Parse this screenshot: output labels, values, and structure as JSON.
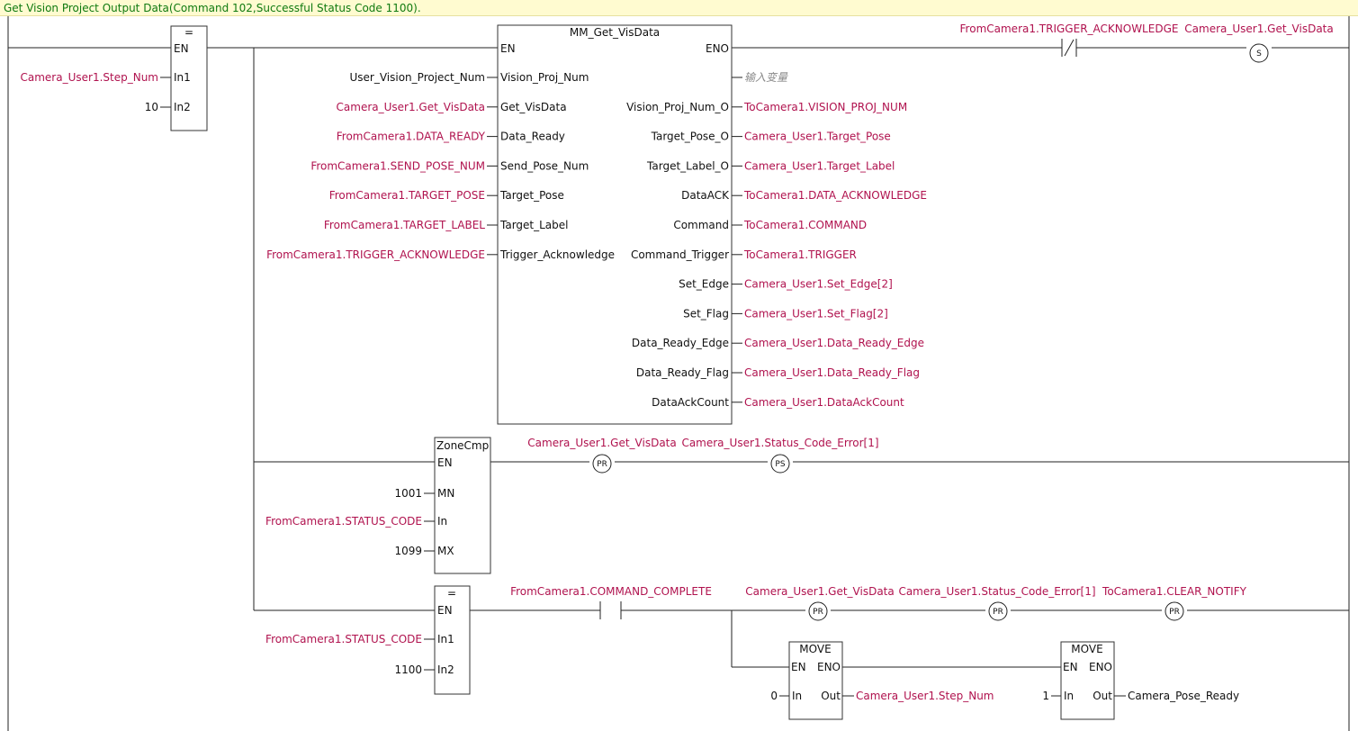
{
  "comment": "Get Vision Project Output Data(Command 102,Successful Status Code 1100).",
  "eq1": {
    "title": "=",
    "pins": [
      "EN",
      "In1",
      "In2"
    ],
    "in1": "Camera_User1.Step_Num",
    "in2": "10"
  },
  "fb": {
    "title": "MM_Get_VisData",
    "en": "EN",
    "eno": "ENO",
    "inputs": [
      {
        "pin": "Vision_Proj_Num",
        "var": "User_Vision_Project_Num",
        "color": "black"
      },
      {
        "pin": "Get_VisData",
        "var": "Camera_User1.Get_VisData",
        "color": "var"
      },
      {
        "pin": "Data_Ready",
        "var": "FromCamera1.DATA_READY",
        "color": "var"
      },
      {
        "pin": "Send_Pose_Num",
        "var": "FromCamera1.SEND_POSE_NUM",
        "color": "var"
      },
      {
        "pin": "Target_Pose",
        "var": "FromCamera1.TARGET_POSE",
        "color": "var"
      },
      {
        "pin": "Target_Label",
        "var": "FromCamera1.TARGET_LABEL",
        "color": "var"
      },
      {
        "pin": "Trigger_Acknowledge",
        "var": "FromCamera1.TRIGGER_ACKNOWLEDGE",
        "color": "var"
      }
    ],
    "outputs": [
      {
        "pin": "",
        "var": "输入变量",
        "color": "gray"
      },
      {
        "pin": "Vision_Proj_Num_O",
        "var": "ToCamera1.VISION_PROJ_NUM",
        "color": "var"
      },
      {
        "pin": "Target_Pose_O",
        "var": "Camera_User1.Target_Pose",
        "color": "var"
      },
      {
        "pin": "Target_Label_O",
        "var": "Camera_User1.Target_Label",
        "color": "var"
      },
      {
        "pin": "DataACK",
        "var": "ToCamera1.DATA_ACKNOWLEDGE",
        "color": "var"
      },
      {
        "pin": "Command",
        "var": "ToCamera1.COMMAND",
        "color": "var"
      },
      {
        "pin": "Command_Trigger",
        "var": "ToCamera1.TRIGGER",
        "color": "var"
      },
      {
        "pin": "Set_Edge",
        "var": "Camera_User1.Set_Edge[2]",
        "color": "var"
      },
      {
        "pin": "Set_Flag",
        "var": "Camera_User1.Set_Flag[2]",
        "color": "var"
      },
      {
        "pin": "Data_Ready_Edge",
        "var": "Camera_User1.Data_Ready_Edge",
        "color": "var"
      },
      {
        "pin": "Data_Ready_Flag",
        "var": "Camera_User1.Data_Ready_Flag",
        "color": "var"
      },
      {
        "pin": "DataAckCount",
        "var": "Camera_User1.DataAckCount",
        "color": "var"
      }
    ]
  },
  "rung1_right": {
    "contact_var": "FromCamera1.TRIGGER_ACKNOWLEDGE",
    "coil_var": "Camera_User1.Get_VisData",
    "coil_type": "S"
  },
  "zone": {
    "title": "ZoneCmp",
    "pins": [
      "EN",
      "MN",
      "In",
      "MX"
    ],
    "mn": "1001",
    "in": "FromCamera1.STATUS_CODE",
    "mx": "1099",
    "coil1_var": "Camera_User1.Get_VisData",
    "coil1_type": "PR",
    "coil2_var": "Camera_User1.Status_Code_Error[1]",
    "coil2_type": "PS"
  },
  "eq2": {
    "title": "=",
    "pins": [
      "EN",
      "In1",
      "In2"
    ],
    "in1": "FromCamera1.STATUS_CODE",
    "in2": "1100",
    "contact_var": "FromCamera1.COMMAND_COMPLETE",
    "coils": [
      {
        "var": "Camera_User1.Get_VisData",
        "type": "PR"
      },
      {
        "var": "Camera_User1.Status_Code_Error[1]",
        "type": "PR"
      },
      {
        "var": "ToCamera1.CLEAR_NOTIFY",
        "type": "PR"
      }
    ]
  },
  "move1": {
    "title": "MOVE",
    "en": "EN",
    "eno": "ENO",
    "in_pin": "In",
    "out_pin": "Out",
    "in": "0",
    "out": "Camera_User1.Step_Num"
  },
  "move2": {
    "title": "MOVE",
    "en": "EN",
    "eno": "ENO",
    "in_pin": "In",
    "out_pin": "Out",
    "in": "1",
    "out": "Camera_Pose_Ready"
  }
}
